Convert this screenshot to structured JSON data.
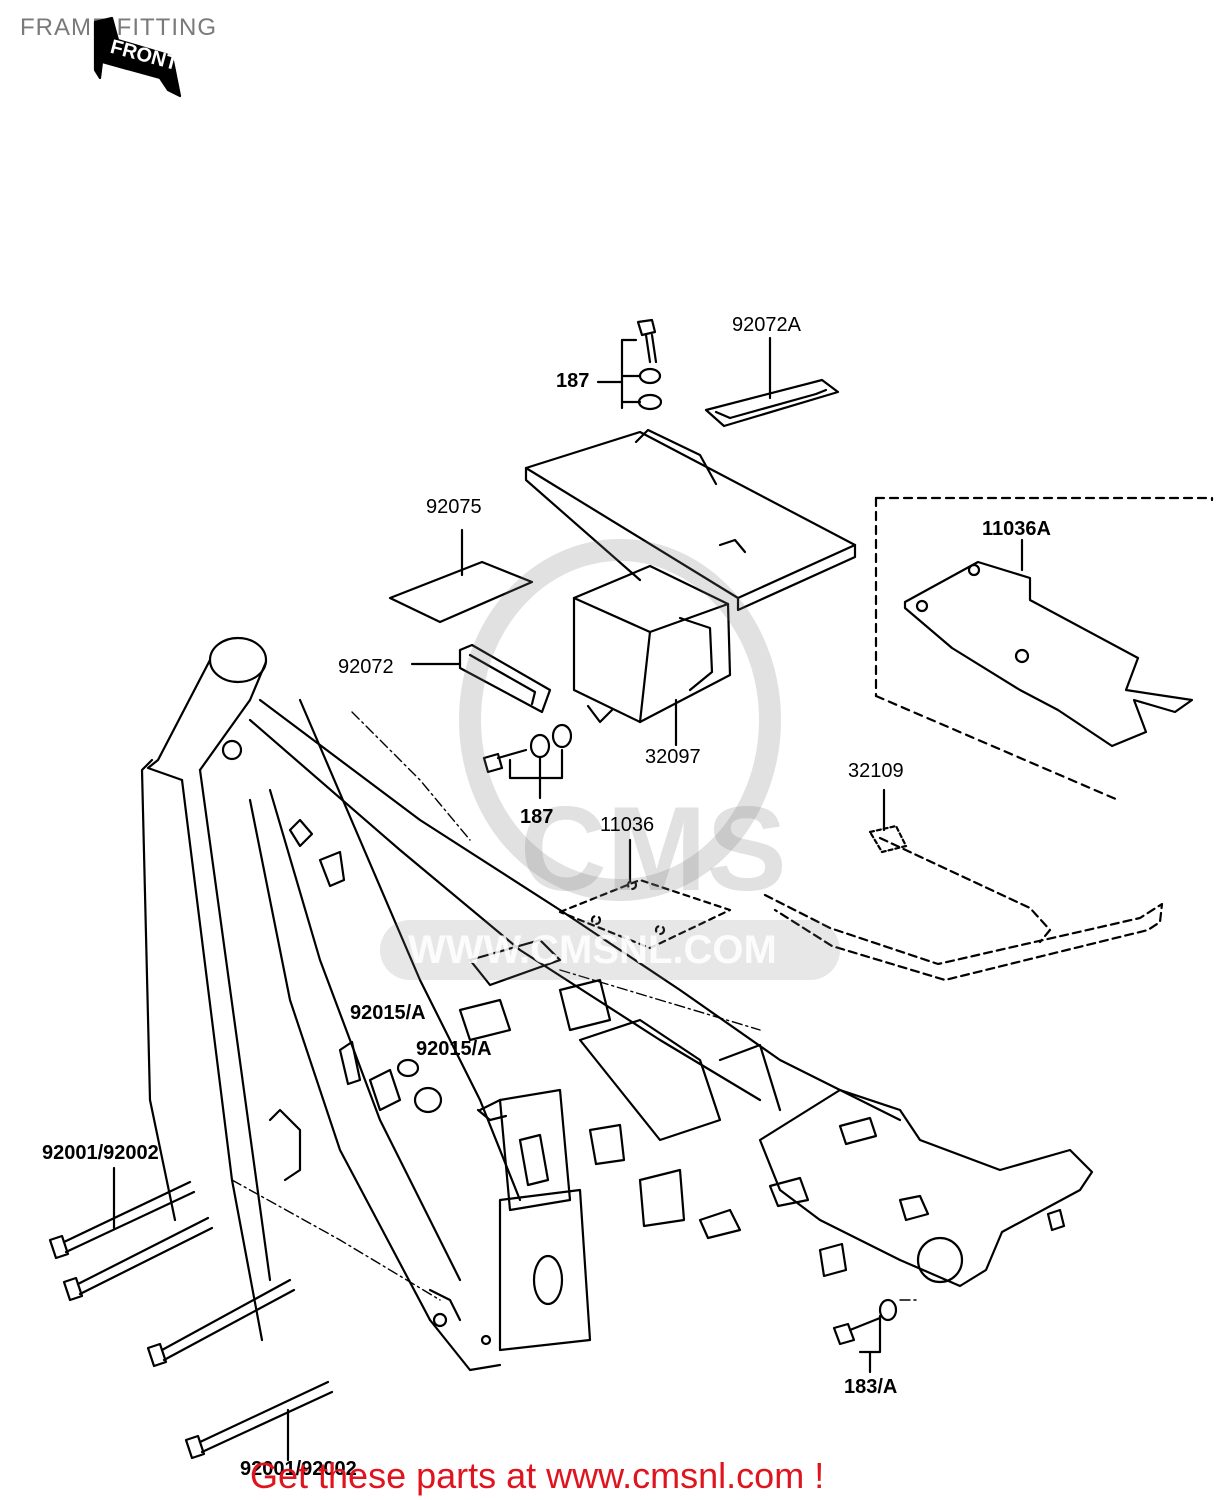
{
  "page": {
    "title": "FRAME FITTING",
    "front_marker": "FRONT"
  },
  "watermark": {
    "brand": "CMS",
    "url": "WWW.CMSNL.COM"
  },
  "callouts": [
    {
      "id": "c-187-top",
      "text": "187"
    },
    {
      "id": "c-92072A",
      "text": "92072A"
    },
    {
      "id": "c-92075",
      "text": "92075"
    },
    {
      "id": "c-11036A",
      "text": "11036A"
    },
    {
      "id": "c-92072",
      "text": "92072"
    },
    {
      "id": "c-32097",
      "text": "32097"
    },
    {
      "id": "c-187-mid",
      "text": "187"
    },
    {
      "id": "c-11036",
      "text": "11036"
    },
    {
      "id": "c-32109",
      "text": "32109"
    },
    {
      "id": "c-92015A-1",
      "text": "92015/A"
    },
    {
      "id": "c-92015A-2",
      "text": "92015/A"
    },
    {
      "id": "c-92001-top",
      "text": "92001/92002"
    },
    {
      "id": "c-183A",
      "text": "183/A"
    },
    {
      "id": "c-92001-bottom",
      "text": "92001/92002"
    }
  ],
  "footer": {
    "text": "Get these parts at www.cmsnl.com !"
  },
  "colors": {
    "line": "#000000",
    "footer": "#e0141e",
    "title": "#7a7a7a",
    "watermark": "#8a8a8a"
  }
}
